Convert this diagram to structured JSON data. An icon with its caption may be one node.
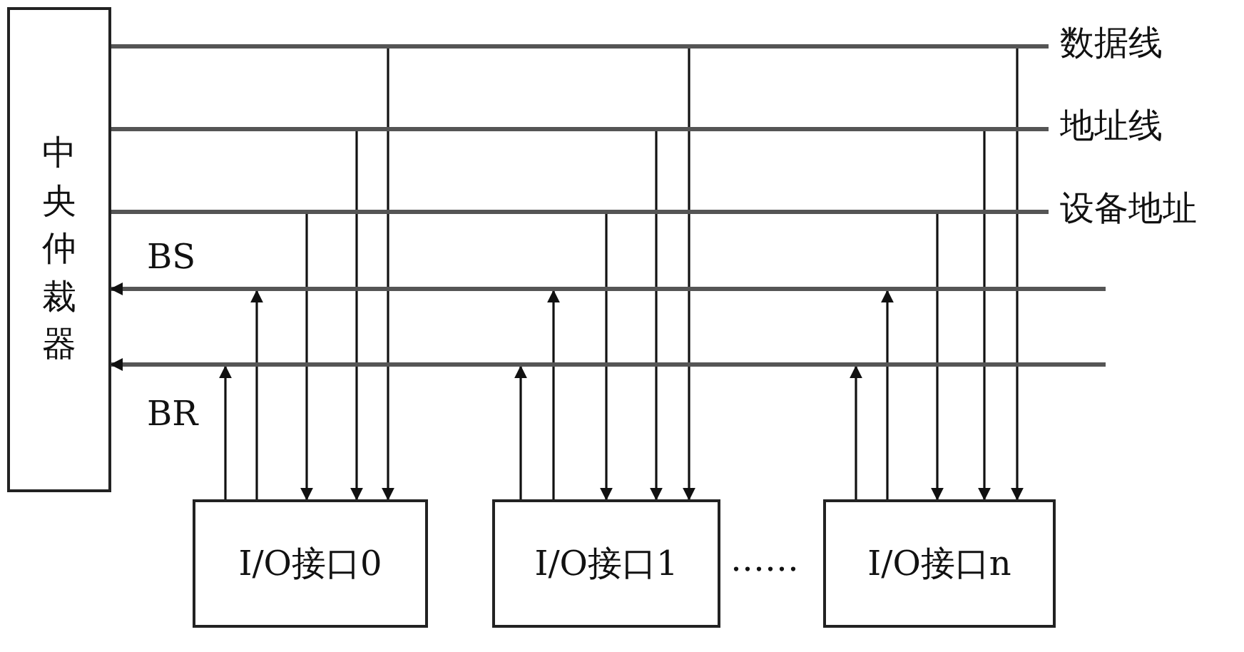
{
  "diagram": {
    "nodes": [
      {
        "text": [
          "中央仲裁器"
        ]
      },
      {
        "text": [
          "数据线"
        ]
      },
      {
        "text": [
          "地址线"
        ]
      },
      {
        "text": [
          "设备地址"
        ]
      },
      {
        "text": [
          "BS"
        ]
      },
      {
        "text": [
          "BR"
        ]
      },
      {
        "text": [
          "I/O接口0"
        ]
      },
      {
        "text": [
          "I/O接口1"
        ]
      },
      {
        "text": [
          "I/O接口n"
        ]
      }
    ],
    "edges": [
      {
        "from": 0,
        "to": 1,
        "arrow": "none"
      },
      {
        "from": 0,
        "to": 2,
        "arrow": "none"
      },
      {
        "from": 0,
        "to": 3,
        "arrow": "none"
      },
      {
        "from": 4,
        "to": 0,
        "arrow": "to"
      },
      {
        "from": 5,
        "to": 0,
        "arrow": "to"
      },
      {
        "from": 6,
        "to": 5,
        "arrow": "to"
      },
      {
        "from": 6,
        "to": 4,
        "arrow": "to"
      },
      {
        "from": 3,
        "to": 6,
        "arrow": "to"
      },
      {
        "from": 2,
        "to": 6,
        "arrow": "to"
      },
      {
        "from": 1,
        "to": 6,
        "arrow": "to"
      },
      {
        "from": 7,
        "to": 5,
        "arrow": "to"
      },
      {
        "from": 7,
        "to": 4,
        "arrow": "to"
      },
      {
        "from": 3,
        "to": 7,
        "arrow": "to"
      },
      {
        "from": 2,
        "to": 7,
        "arrow": "to"
      },
      {
        "from": 1,
        "to": 7,
        "arrow": "to"
      },
      {
        "from": 8,
        "to": 5,
        "arrow": "to"
      },
      {
        "from": 8,
        "to": 4,
        "arrow": "to"
      },
      {
        "from": 3,
        "to": 8,
        "arrow": "to"
      },
      {
        "from": 2,
        "to": 8,
        "arrow": "to"
      },
      {
        "from": 1,
        "to": 8,
        "arrow": "to"
      }
    ],
    "labels": [
      "……"
    ]
  }
}
